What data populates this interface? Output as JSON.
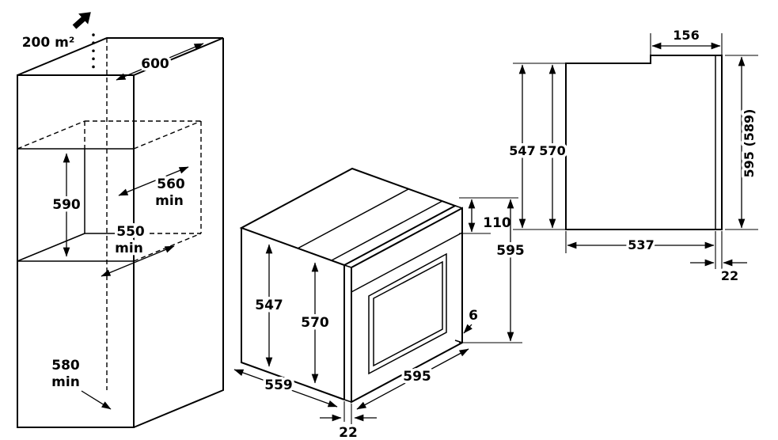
{
  "diagram": {
    "cabinet": {
      "vent_area": "200 m²",
      "depth_top": "600",
      "niche_depth": "560",
      "niche_depth_min": "min",
      "niche_height": "590",
      "niche_width": "550",
      "niche_width_min": "min",
      "base_depth": "580",
      "base_depth_min": "min"
    },
    "oven": {
      "panel_height": "110",
      "total_height": "595",
      "body_height": "547",
      "door_height": "570",
      "gap": "6",
      "width": "595",
      "depth": "559",
      "door_protrusion": "22"
    },
    "side_view": {
      "top_depth": "156",
      "body_height": "547",
      "door_height": "570",
      "total_height": "595 (589)",
      "body_depth": "537",
      "door_protrusion": "22"
    }
  }
}
